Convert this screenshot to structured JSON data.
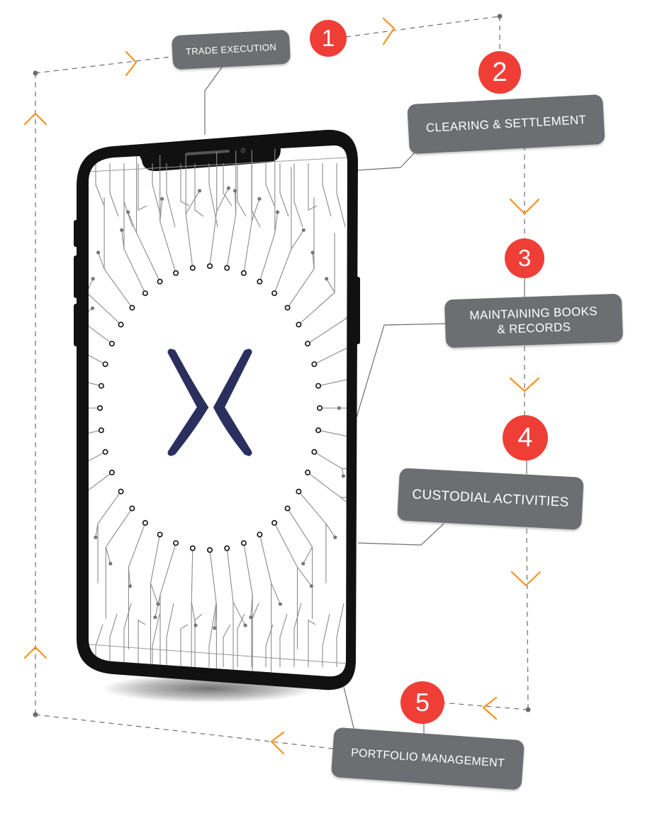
{
  "steps": [
    {
      "number": "1",
      "label": "TRADE EXECUTION"
    },
    {
      "number": "2",
      "label": "CLEARING & SETTLEMENT"
    },
    {
      "number": "3",
      "label_line1": "MAINTAINING BOOKS",
      "label_line2": "& RECORDS"
    },
    {
      "number": "4",
      "label": "CUSTODIAL ACTIVITIES"
    },
    {
      "number": "5",
      "label": "PORTFOLIO MANAGEMENT"
    }
  ],
  "colors": {
    "badge": "#ef3e36",
    "label_box": "#6d6e71",
    "arrow": "#f7931e",
    "dashed_line": "#6d6e71",
    "phone_frame": "#111111",
    "logo": "#2b2f5e",
    "circuit": "#8a8a8a"
  },
  "icons": {
    "phone": "smartphone-icon",
    "logo": "x-logo-icon",
    "arrow": "chevron-arrow-icon"
  }
}
